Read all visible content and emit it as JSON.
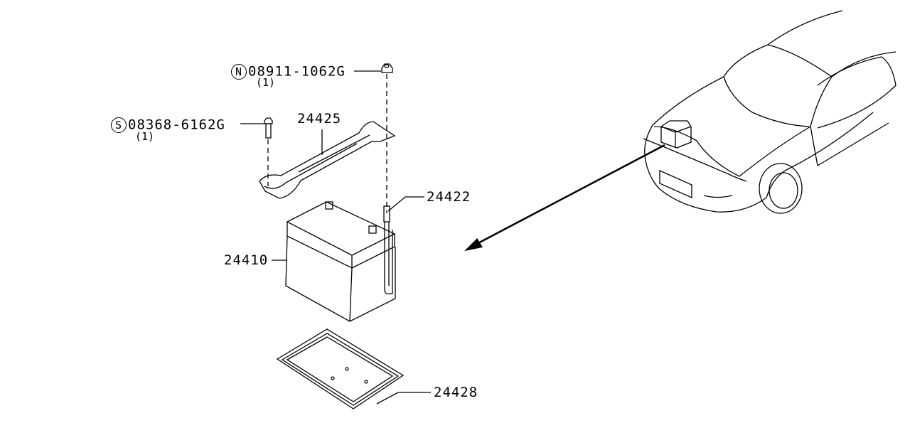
{
  "parts": [
    {
      "id": "nut",
      "prefix": "N",
      "number": "08911-1062G",
      "qty": "(1)"
    },
    {
      "id": "bolt",
      "prefix": "S",
      "number": "08368-6162G",
      "qty": "(1)"
    },
    {
      "id": "bracket",
      "number": "24425"
    },
    {
      "id": "rod",
      "number": "24422"
    },
    {
      "id": "battery",
      "number": "24410"
    },
    {
      "id": "tray",
      "number": "24428"
    }
  ]
}
